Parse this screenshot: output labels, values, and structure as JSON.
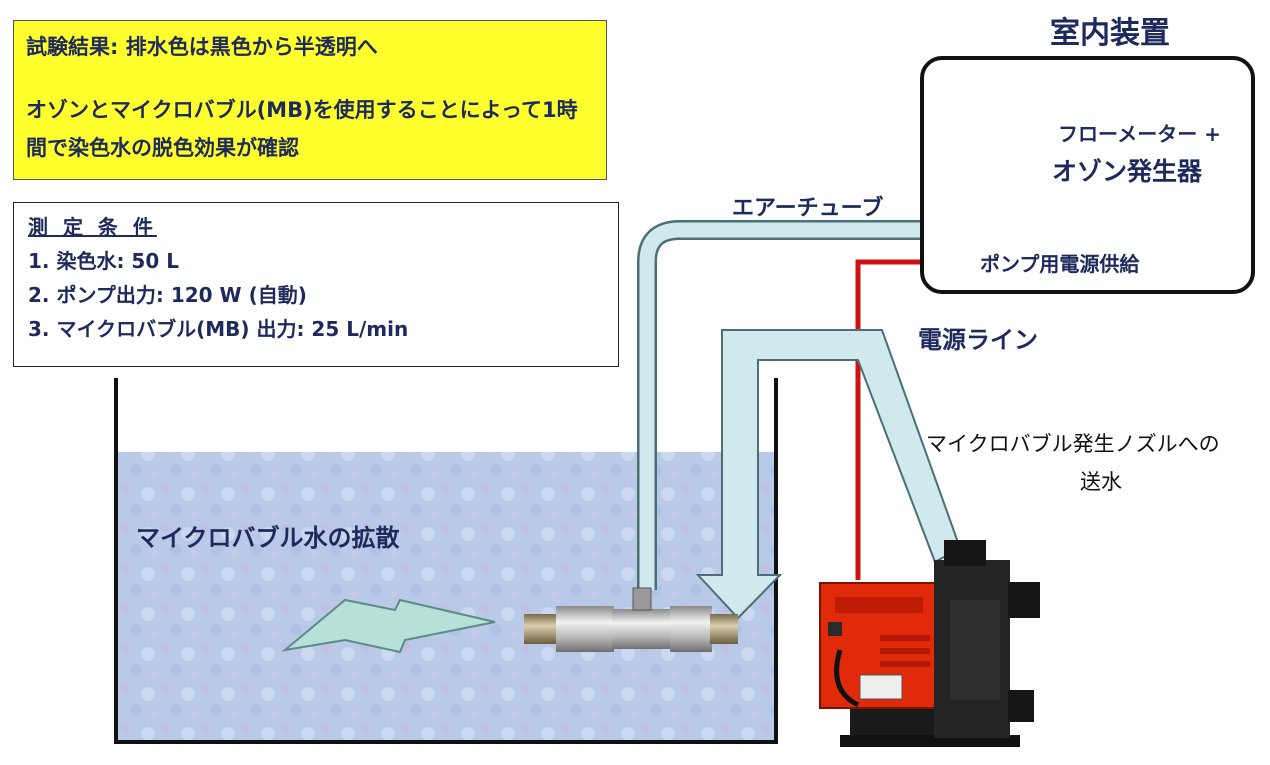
{
  "result": {
    "title": "試験結果: 排水色は黒色から半透明へ",
    "body": "オゾンとマイクロバブル(MB)を使用することによって1時間で染色水の脱色効果が確認"
  },
  "conditions": {
    "header": "測 定 条 件",
    "items": [
      "1. 染色水: 50 L",
      "2. ポンプ出力: 120 W (自動)",
      "3. マイクロバブル(MB) 出力: 25 L/min"
    ]
  },
  "indoor": {
    "title": "室内装置",
    "device_label_line1": "フローメーター +",
    "device_label_line2": "オゾン発生器",
    "power_supply": "ポンプ用電源供給"
  },
  "labels": {
    "air_tube": "エアーチューブ",
    "power_line": "電源ライン",
    "nozzle_feed_line1": "マイクロバブル発生ノズルへの",
    "nozzle_feed_line2": "送水",
    "diffusion": "マイクロバブル水の拡散"
  },
  "colors": {
    "result_bg": "#ffff2e",
    "text_navy": "#1f2a5c",
    "water": "#b9c9e8",
    "tube": "#cfe9ec",
    "power_line": "#d01010",
    "pump_body": "#e02a0a"
  },
  "icons": [
    "water-tank",
    "air-tube",
    "water-feed-arrow",
    "power-line",
    "nozzle",
    "pump",
    "flowmeter",
    "diffusion-bolt"
  ]
}
